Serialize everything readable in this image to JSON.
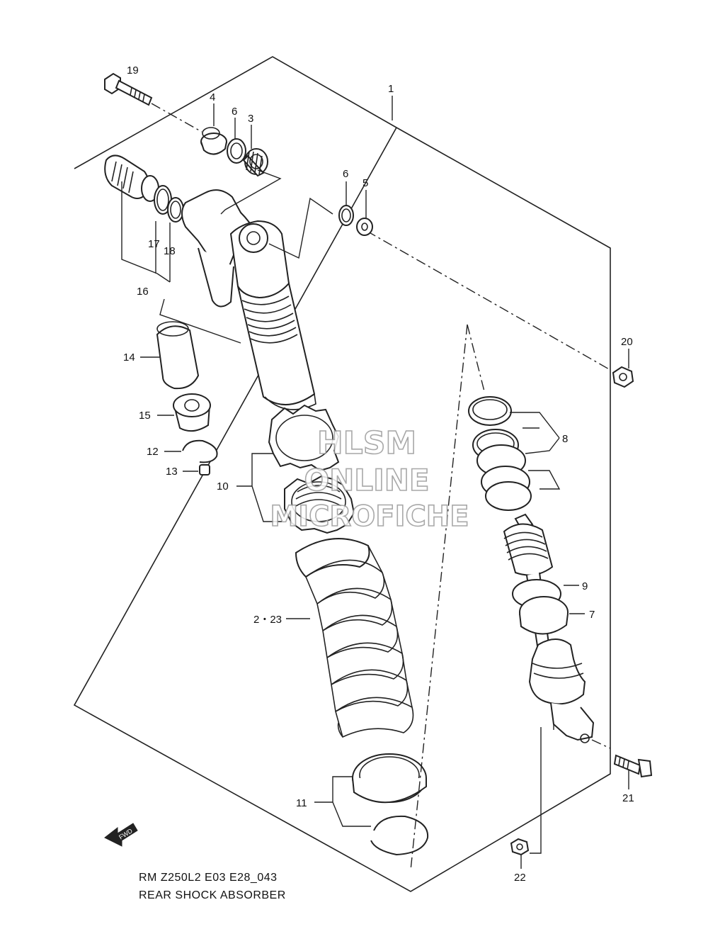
{
  "callouts": {
    "c1": "1",
    "c2_23": "2・23",
    "c3": "3",
    "c4": "4",
    "c5": "5",
    "c6a": "6",
    "c6b": "6",
    "c7": "7",
    "c8": "8",
    "c9": "9",
    "c10": "10",
    "c11": "11",
    "c12": "12",
    "c13": "13",
    "c14": "14",
    "c15": "15",
    "c16": "16",
    "c17": "17",
    "c18": "18",
    "c19": "19",
    "c20": "20",
    "c21": "21",
    "c22": "22"
  },
  "watermark": {
    "line1": "HLSM",
    "line2": "ONLINE",
    "line3": "MICROFICHE"
  },
  "fwd_label": "FWD",
  "caption": {
    "model": "RM Z250L2 E03 E28_043",
    "title": "REAR SHOCK ABSORBER"
  }
}
